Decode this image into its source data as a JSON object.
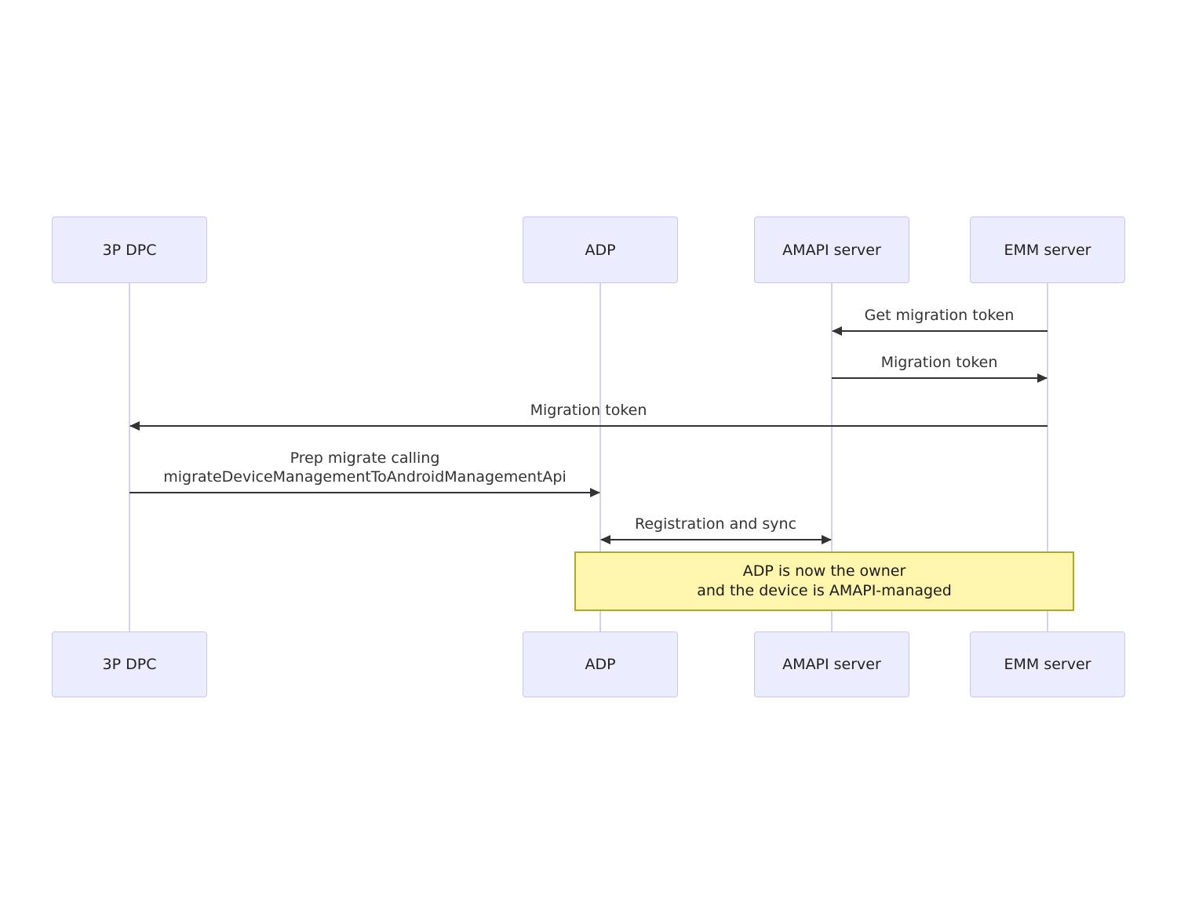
{
  "diagram_type": "sequence-diagram",
  "colors": {
    "bg": "#ffffff",
    "actor_fill": "#ececff",
    "actor_border": "#c9c5ee",
    "lifeline": "#d8d0ee",
    "arrow": "#333333",
    "msg_text": "#333333",
    "actor_text": "#1f1f1f",
    "note_fill": "#fff5ad",
    "note_border": "#aaaa33",
    "note_text": "#1a1a1a"
  },
  "actors": [
    {
      "id": "3p-dpc",
      "label": "3P DPC"
    },
    {
      "id": "adp",
      "label": "ADP"
    },
    {
      "id": "amapi-server",
      "label": "AMAPI server"
    },
    {
      "id": "emm-server",
      "label": "EMM server"
    }
  ],
  "messages": [
    {
      "label": "Get migration token",
      "from": "EMM server",
      "to": "AMAPI server",
      "direction": "left"
    },
    {
      "label": "Migration token",
      "from": "AMAPI server",
      "to": "EMM server",
      "direction": "right"
    },
    {
      "label": "Migration token",
      "from": "EMM server",
      "to": "3P DPC",
      "direction": "left"
    },
    {
      "label": "Prep migrate calling\nmigrateDeviceManagementToAndroidManagementApi",
      "from": "3P DPC",
      "to": "ADP",
      "direction": "right"
    },
    {
      "label": "Registration and sync",
      "from": "ADP",
      "to": "AMAPI server",
      "direction": "both"
    }
  ],
  "note": {
    "text": "ADP is now the owner\nand the device is AMAPI-managed",
    "over": "ADP, EMM server"
  }
}
